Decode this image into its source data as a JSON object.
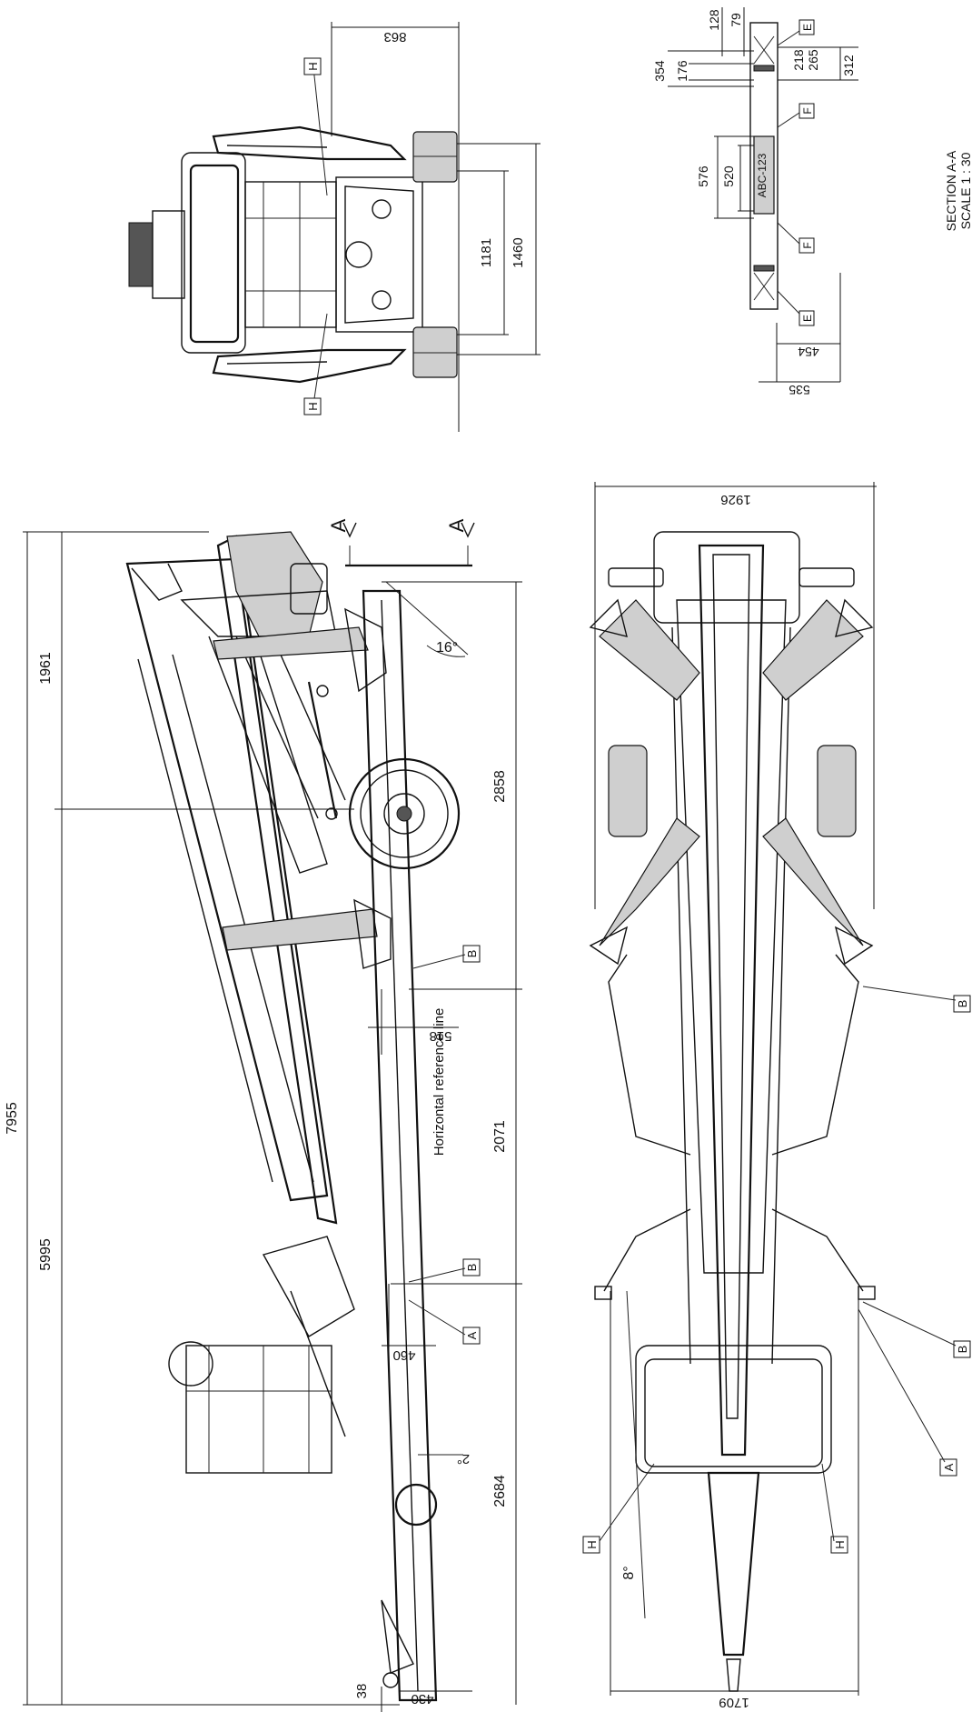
{
  "drawing": {
    "side_view": {
      "overall_length": "7955",
      "front_section": "1961",
      "rear_section": "5995",
      "seg_2858": "2858",
      "seg_2071": "2071",
      "seg_2684": "2684",
      "dim_518": "518",
      "dim_460": "460",
      "dim_38": "38",
      "dim_430": "430",
      "angle_16": "16°",
      "angle_2": "2°",
      "ref_line": "Horizontal reference line",
      "section_mark_top": "A",
      "section_mark_bottom": "A",
      "detail_b1": "B",
      "detail_b2": "B",
      "detail_a": "A"
    },
    "top_view": {
      "width_1926": "1926",
      "width_1709": "1709",
      "angle_8": "8°",
      "detail_b1": "B",
      "detail_b2": "B",
      "detail_a": "A",
      "detail_h1": "H",
      "detail_h2": "H"
    },
    "end_view": {
      "dim_863": "863",
      "dim_1181": "1181",
      "dim_1460": "1460",
      "detail_h1": "H",
      "detail_h2": "H"
    },
    "section_view": {
      "dim_128": "128",
      "dim_79": "79",
      "dim_354": "354",
      "dim_176": "176",
      "dim_218": "218",
      "dim_265": "265",
      "dim_312": "312",
      "dim_576": "576",
      "dim_520": "520",
      "dim_454": "454",
      "dim_535": "535",
      "plate": "ABC-123",
      "detail_e1": "E",
      "detail_e2": "E",
      "detail_f1": "F",
      "detail_f2": "F",
      "title": "SECTION A-A",
      "scale": "SCALE 1 : 30"
    }
  }
}
